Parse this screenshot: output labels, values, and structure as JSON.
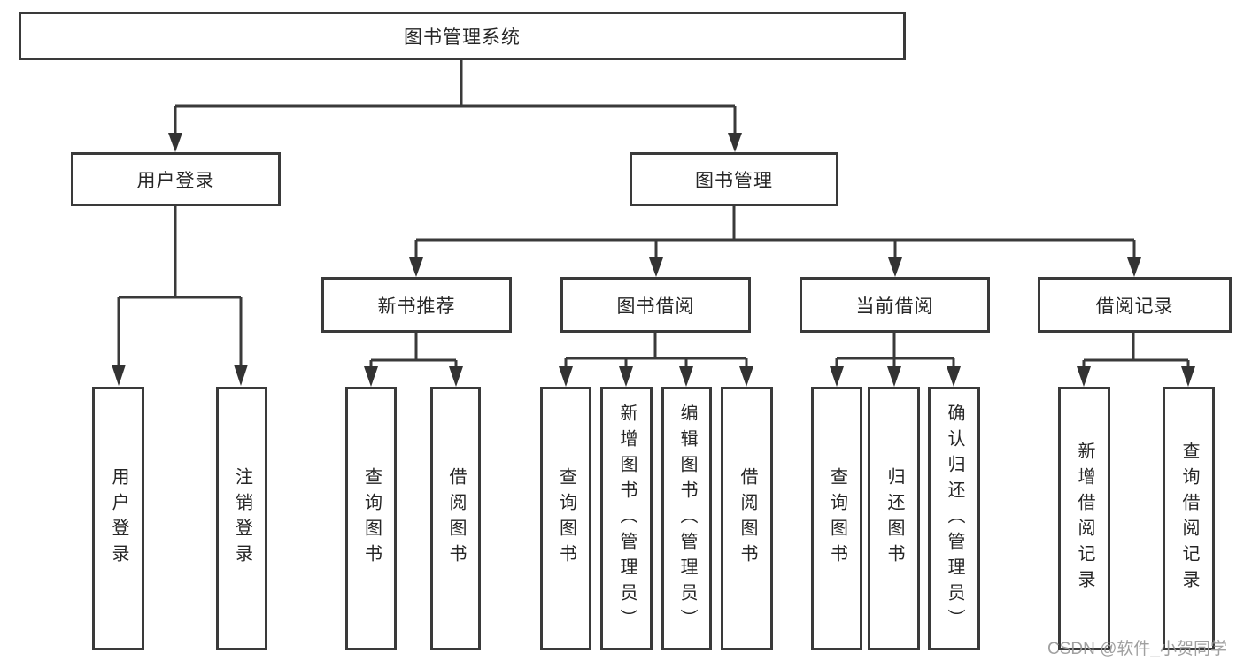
{
  "diagram": {
    "title": "图书管理系统",
    "user_login": {
      "label": "用户登录",
      "children": [
        "用户登录",
        "注销登录"
      ]
    },
    "book_management": {
      "label": "图书管理",
      "sections": [
        {
          "label": "新书推荐",
          "children": [
            "查询图书",
            "借阅图书"
          ]
        },
        {
          "label": "图书借阅",
          "children": [
            "查询图书",
            "新增图书（管理员）",
            "编辑图书（管理员）",
            "借阅图书"
          ]
        },
        {
          "label": "当前借阅",
          "children": [
            "查询图书",
            "归还图书",
            "确认归还（管理员）"
          ]
        },
        {
          "label": "借阅记录",
          "children": [
            "新增借阅记录",
            "查询借阅记录"
          ]
        }
      ]
    }
  },
  "watermark": {
    "text": "CSDN @软件_小贺同学"
  },
  "colors": {
    "line": "#3a3a3a",
    "text": "#262626",
    "watermark": "#989898"
  }
}
